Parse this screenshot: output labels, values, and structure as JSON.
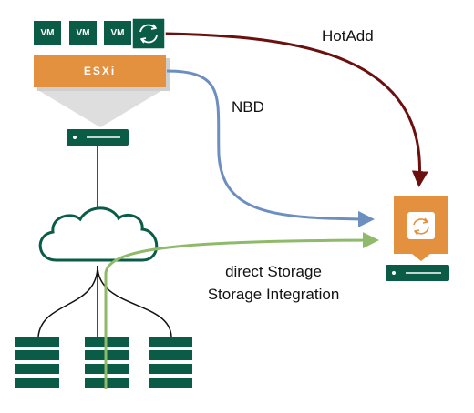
{
  "vms": [
    "VM",
    "VM",
    "VM"
  ],
  "esxi_label": "ESXi",
  "labels": {
    "hotadd": "HotAdd",
    "nbd": "NBD",
    "direct_storage": "direct Storage",
    "storage_integration": "Storage Integration"
  },
  "colors": {
    "dark_green": "#0a5c46",
    "orange": "#e3903f",
    "hotadd_arrow": "#6b0f0f",
    "nbd_arrow": "#6c8fc0",
    "storage_arrow": "#8fba6a"
  },
  "icons": [
    "refresh-icon",
    "server-icon",
    "cloud-icon",
    "storage-array-icon",
    "proxy-icon"
  ]
}
